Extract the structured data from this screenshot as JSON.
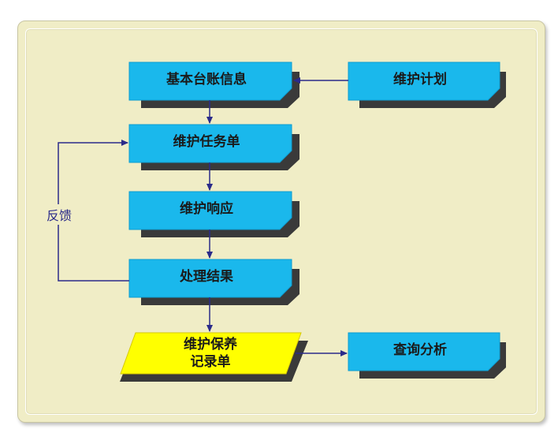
{
  "nodes": {
    "ledger": "基本台账信息",
    "plan": "维护计划",
    "task": "维护任务单",
    "response": "维护响应",
    "result": "处理结果",
    "record_line1": "维护保养",
    "record_line2": "记录单",
    "analysis": "查询分析"
  },
  "feedback_label": "反馈",
  "colors": {
    "box_fill": "#1ab8ec",
    "box_shadow": "#3a3a3a",
    "record_fill": "#ffff00",
    "arrow": "#2b2b8a",
    "background": "#f0edc6"
  }
}
